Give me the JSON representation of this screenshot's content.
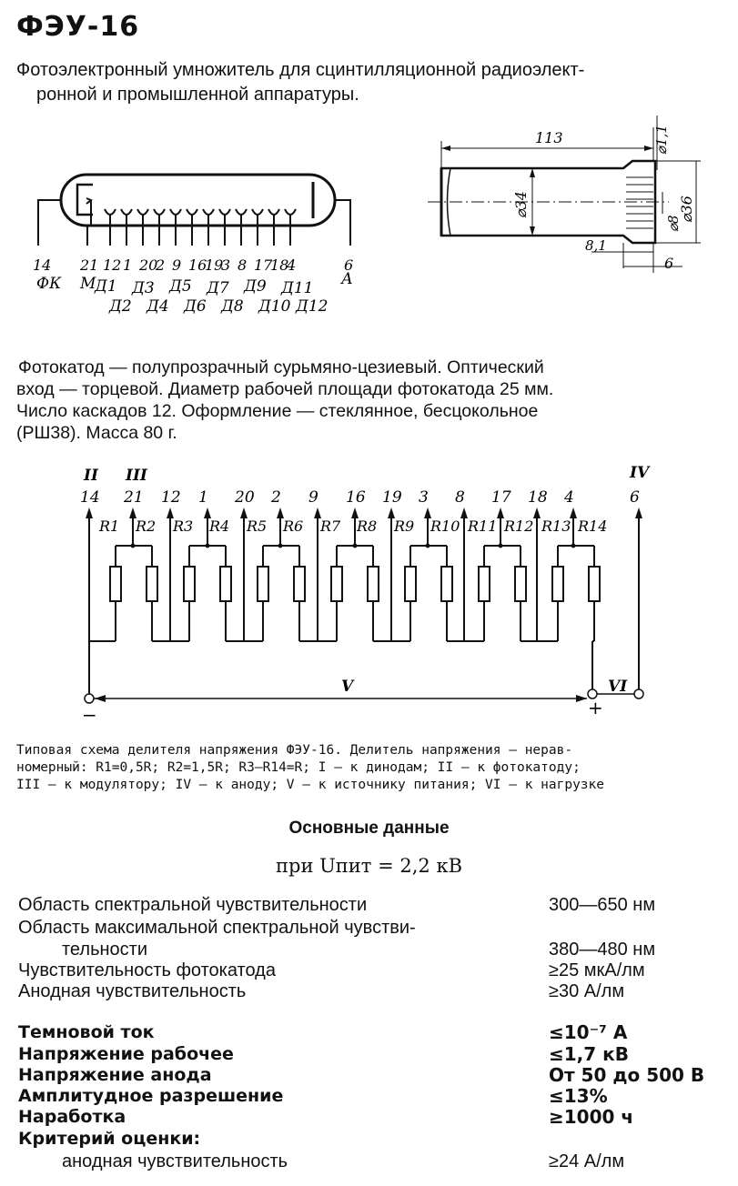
{
  "title": "ФЭУ-16",
  "intro": {
    "line1": "Фотоэлектронный умножитель для сцинтилляционной радиоэлект-",
    "line2": "ронной и промышленной аппаратуры."
  },
  "tube_diagram": {
    "pins": [
      "14",
      "21",
      "12",
      "1",
      "20",
      "2",
      "9",
      "16",
      "19",
      "3",
      "8",
      "17",
      "18",
      "4",
      "6"
    ],
    "left_label": "ФК",
    "modulator_label": "М",
    "anode_label": "А",
    "dynodes_upper": [
      "Д1",
      "Д3",
      "Д5",
      "Д7",
      "Д9",
      "Д11"
    ],
    "dynodes_lower": [
      "Д2",
      "Д4",
      "Д6",
      "Д8",
      "Д10",
      "Д12"
    ]
  },
  "dimensions": {
    "length": "113",
    "d1": "⌀1,1",
    "d34": "⌀34",
    "d36": "⌀36",
    "d8": "⌀8",
    "l81": "8,1",
    "l6": "6"
  },
  "description": {
    "line1": "Фотокатод — полупрозрачный сурьмяно-цезиевый. Оптический",
    "line2": "вход — торцевой. Диаметр рабочей площади фотокатода 25 мм.",
    "line3": "Число каскадов 12. Оформление — стеклянное, бесцокольное",
    "line4": "(РШ38). Масса 80 г."
  },
  "circuit": {
    "roman_left": [
      "II",
      "III"
    ],
    "roman_right": "IV",
    "pins": [
      "14",
      "21",
      "12",
      "1",
      "20",
      "2",
      "9",
      "16",
      "19",
      "3",
      "8",
      "17",
      "18",
      "4",
      "6"
    ],
    "resistors": [
      "R1",
      "R2",
      "R3",
      "R4",
      "R5",
      "R6",
      "R7",
      "R8",
      "R9",
      "R10",
      "R11",
      "R12",
      "R13",
      "R14"
    ],
    "supply_label": "V",
    "load_label": "VI",
    "minus": "−",
    "plus": "+"
  },
  "caption": {
    "line1": "Типовая схема делителя напряжения ФЭУ-16. Делитель напряжения — нерав-",
    "line2": "номерный: R1=0,5R; R2=1,5R; R3—R14=R; I — к динодам; II — к фотокатоду;",
    "line3": "III — к модулятору; IV — к аноду; V — к источнику питания; VI — к нагрузке"
  },
  "specs": {
    "heading": "Основные данные",
    "condition": "при Uпит = 2,2 кВ",
    "rows": [
      {
        "label": "Область спектральной чувствительности",
        "value": "300—650 нм"
      },
      {
        "label": "Область максимальной спектральной чувстви-",
        "value": ""
      },
      {
        "label": "тельности",
        "value": "380—480 нм"
      },
      {
        "label": "Чувствительность фотокатода",
        "value": "≥25 мкА/лм"
      },
      {
        "label": "Анодная чувствительность",
        "value": "≥30 А/лм"
      },
      {
        "label": "Темновой ток",
        "value": "≤10⁻⁷ А"
      },
      {
        "label": "Напряжение рабочее",
        "value": "≤1,7 кВ"
      },
      {
        "label": "Напряжение анода",
        "value": "От 50 до 500 В"
      },
      {
        "label": "Амплитудное разрешение",
        "value": "≤13%"
      },
      {
        "label": "Наработка",
        "value": "≥1000 ч"
      },
      {
        "label": "Критерий оценки:",
        "value": ""
      },
      {
        "label": "анодная чувствительность",
        "value": "≥24 А/лм"
      }
    ]
  }
}
